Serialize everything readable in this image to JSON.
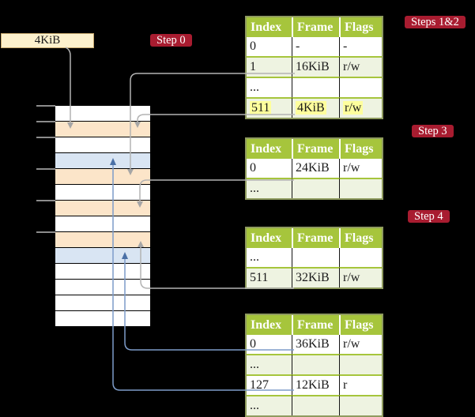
{
  "pointer_box": {
    "label": "4KiB"
  },
  "step_labels": {
    "step0": "Step 0",
    "steps12": "Steps 1&2",
    "step3": "Step 3",
    "step4": "Step 4"
  },
  "memory": {
    "description": "physical memory frames, one row per 4KiB frame",
    "rows": [
      {
        "type": "free"
      },
      {
        "type": "page-table"
      },
      {
        "type": "free"
      },
      {
        "type": "data-page"
      },
      {
        "type": "page-table"
      },
      {
        "type": "free"
      },
      {
        "type": "page-table"
      },
      {
        "type": "free"
      },
      {
        "type": "page-table"
      },
      {
        "type": "data-page"
      },
      {
        "type": "free"
      },
      {
        "type": "free"
      },
      {
        "type": "free"
      },
      {
        "type": "free"
      }
    ]
  },
  "tables": [
    {
      "name": "page-table-steps-1-2",
      "headers": [
        "Index",
        "Frame",
        "Flags"
      ],
      "rows": [
        {
          "cells": [
            "0",
            "-",
            "-"
          ],
          "shaded": false,
          "highlight": false
        },
        {
          "cells": [
            "1",
            "16KiB",
            "r/w"
          ],
          "shaded": true,
          "highlight": false
        },
        {
          "cells": [
            "...",
            "",
            ""
          ],
          "shaded": false,
          "highlight": false
        },
        {
          "cells": [
            "511",
            "4KiB",
            "r/w"
          ],
          "shaded": true,
          "highlight": true
        }
      ]
    },
    {
      "name": "page-table-step-3",
      "headers": [
        "Index",
        "Frame",
        "Flags"
      ],
      "rows": [
        {
          "cells": [
            "0",
            "24KiB",
            "r/w"
          ],
          "shaded": false,
          "highlight": false
        },
        {
          "cells": [
            "...",
            "",
            ""
          ],
          "shaded": true,
          "highlight": false
        }
      ]
    },
    {
      "name": "page-table-step-4",
      "headers": [
        "Index",
        "Frame",
        "Flags"
      ],
      "rows": [
        {
          "cells": [
            "...",
            "",
            ""
          ],
          "shaded": false,
          "highlight": false
        },
        {
          "cells": [
            "511",
            "32KiB",
            "r/w"
          ],
          "shaded": true,
          "highlight": false
        }
      ]
    },
    {
      "name": "page-table-final",
      "headers": [
        "Index",
        "Frame",
        "Flags"
      ],
      "rows": [
        {
          "cells": [
            "0",
            "36KiB",
            "r/w"
          ],
          "shaded": false,
          "highlight": false
        },
        {
          "cells": [
            "...",
            "",
            ""
          ],
          "shaded": true,
          "highlight": false
        },
        {
          "cells": [
            "127",
            "12KiB",
            "r"
          ],
          "shaded": false,
          "highlight": false
        },
        {
          "cells": [
            "...",
            "",
            ""
          ],
          "shaded": true,
          "highlight": false
        }
      ]
    }
  ],
  "colors": {
    "background": "#000000",
    "step_label_bg": "#a81c30",
    "table_header_green": "#a6c53c",
    "table_border_olive": "#8f9b5f",
    "table_row_light_green": "#eef3e1",
    "memory_page_table_orange": "#fce5c9",
    "memory_data_page_blue": "#d9e5f3",
    "highlight_yellow": "#feff9d",
    "pointer_box_cream": "#fdf1cd",
    "gray_arrow": "#b3b3b3",
    "blue_arrow": "#7d9cc9"
  }
}
